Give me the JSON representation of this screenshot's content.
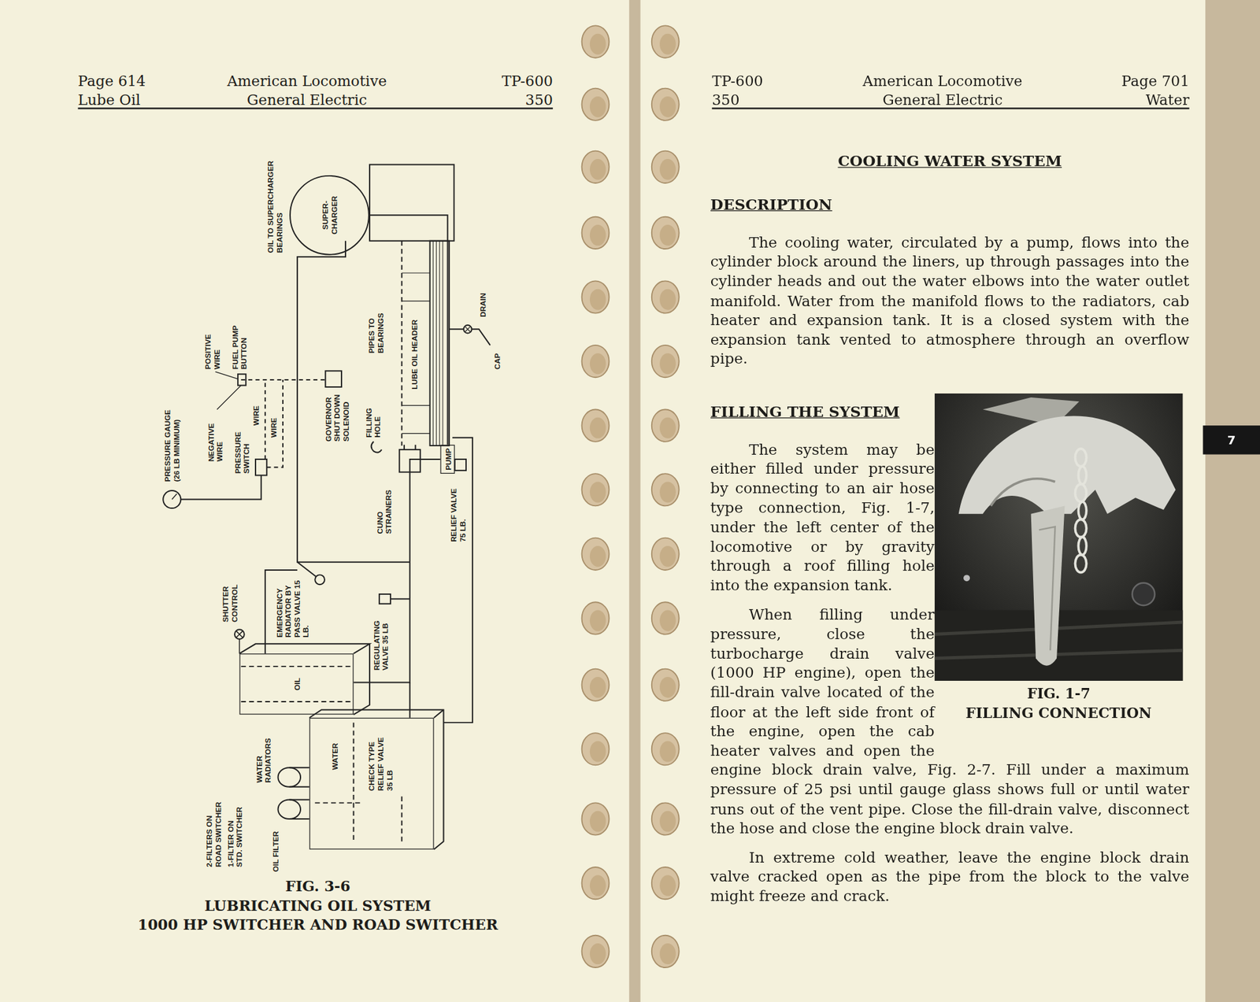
{
  "diagram": {
    "title": "COOLING WATER SYSTEM",
    "caption": "FIG. 3-6",
    "nodes": [
      {
        "text": [
          "OIL"
        ]
      },
      {
        "text": [
          "WATER"
        ]
      },
      {
        "text": [
          "PUMP"
        ]
      },
      {
        "text": [
          "SUPER-CHARGER"
        ]
      }
    ],
    "edges": [
      {
        "from": 2,
        "to": 0,
        "arrow": "none"
      },
      {
        "from": 2,
        "to": 3,
        "arrow": "none"
      }
    ],
    "labels": [
      "Page 614",
      "Lube Oil",
      "American Locomotive",
      "General Electric",
      "TP-600",
      "350",
      "OIL TO SUPERCHARGER BEARINGS",
      "POSITIVE WIRE",
      "FUEL PUMP BUTTON",
      "PRESSURE GAUGE (26 LB MINIMUM)",
      "NEGATIVE WIRE",
      "PRESSURE SWITCH",
      "WIRE",
      "WIRE",
      "GOVERNOR SHUT DOWN SOLENOID",
      "FILLING HOLE",
      "PIPES TO BEARINGS",
      "LUBE OIL HEADER",
      "DRAIN",
      "CAP",
      "CUNO STRAINERS",
      "RELIEF VALVE 75 LB.",
      "SHUTTER CONTROL",
      "EMERGENCY RADIATOR BY PASS VALVE 15 LB.",
      "REGULATING VALVE 35 LB",
      "WATER RADIATORS",
      "CHECK TYPE RELIEF VALVE 35 LB",
      "2-FILTERS ON ROAD SWITCHER",
      "1-FILTER ON STD. SWITCHER",
      "OIL FILTER",
      "LUBRICATING OIL SYSTEM",
      "1000 HP SWITCHER AND ROAD SWITCHER",
      "TP-600",
      "350",
      "American Locomotive",
      "General Electric",
      "Page 701",
      "Water",
      "DESCRIPTION",
      "The cooling water, circulated by a pump, flows into the cylinder block around the liners, up through passages into the cylinder heads and out the water elbows into the water outlet manifold. Water from the manifold flows to the radiators, cab heater and expansion tank. It is a closed system with the expansion tank vented to atmosphere through an overflow pipe.",
      "FILLING THE SYSTEM",
      "FIG. 1-7",
      "FILLING CONNECTION",
      "The system may be either filled under pressure by connecting to an air hose type connection, Fig. 1-7, under the left center of the locomotive or by gravity through a roof filling hole into the expansion tank.",
      "When filling under pressure, close the turbocharge drain valve (1000 HP engine), open the fill-drain valve located of the floor at the left side front of the engine, open the cab heater valves and open the engine block drain valve, Fig. 2-7. Fill under a maximum pressure of 25 psi until gauge glass shows full or until water runs out of the vent pipe. Close the fill-drain valve, disconnect the hose and close the engine block drain valve.",
      "In extreme cold weather, leave the engine block drain valve cracked open as the pipe from the block to the valve might freeze and crack.",
      "7"
    ]
  }
}
